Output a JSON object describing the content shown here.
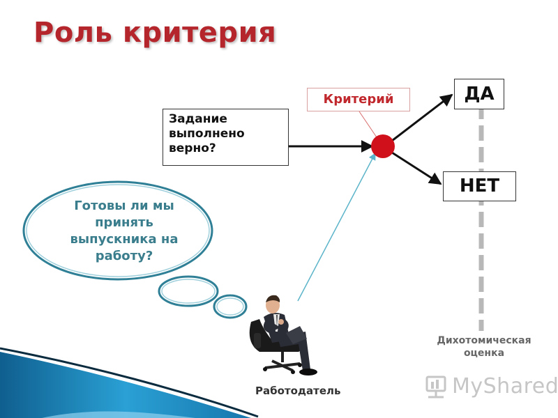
{
  "title": "Роль критерия",
  "task_box": {
    "line1": "Задание",
    "line2": "выполнено",
    "line3": "верно?"
  },
  "criterion_label": "Критерий",
  "yes_label": "ДА",
  "no_label": "НЕТ",
  "thought_bubble": {
    "line1": "Готовы ли мы",
    "line2": "принять",
    "line3": "выпускника на",
    "line4": "работу?"
  },
  "employer_label": "Работодатель",
  "dichotomous_label": {
    "line1": "Дихотомическая",
    "line2": "оценка"
  },
  "watermark": "MyShared",
  "colors": {
    "title": "#b5262c",
    "criterion_node": "#d0111b",
    "thought_text": "#3a7d8c",
    "bubble_border": "#2f8096",
    "dashed_line": "#b8b8b8",
    "accent_blue": "#1f7fb4"
  }
}
